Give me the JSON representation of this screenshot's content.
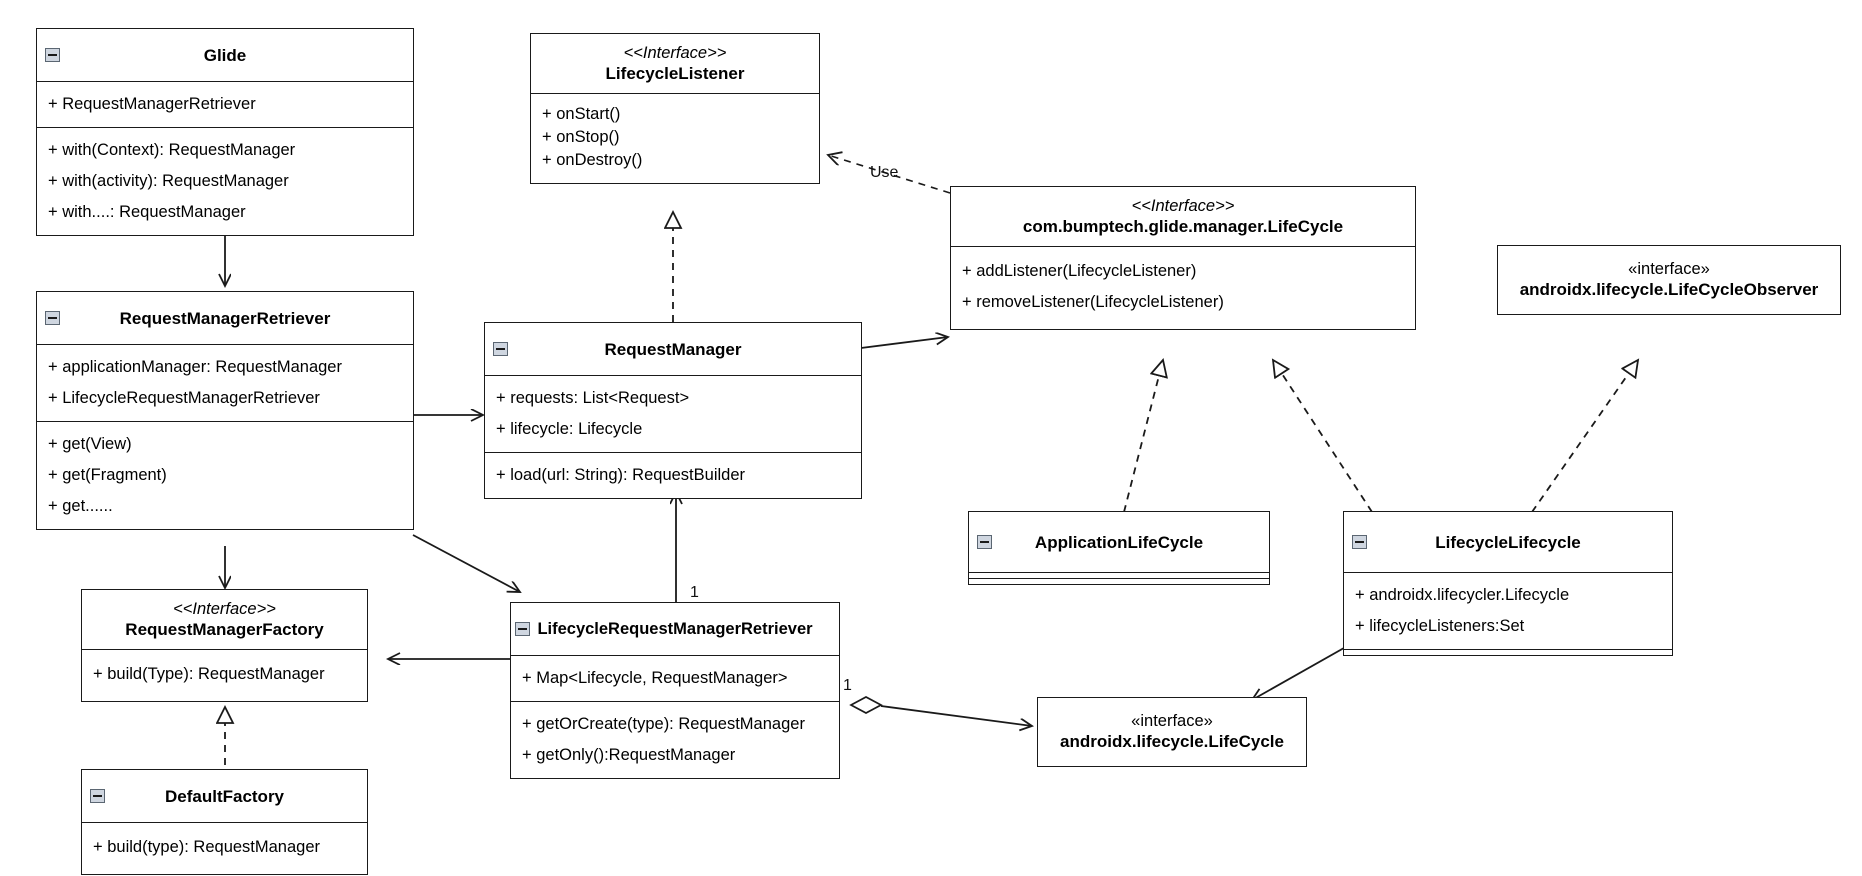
{
  "diagram": {
    "title": "Glide RequestManager / Lifecycle UML class diagram",
    "type": "uml-class-diagram",
    "background": "#ffffff",
    "line_color": "#1a1a1a"
  },
  "classes": [
    {
      "id": "glide",
      "name": "Glide",
      "stereotype": "",
      "collapse_widget": true,
      "attributes": [
        "+ RequestManagerRetriever"
      ],
      "operations": [
        "+ with(Context): RequestManager",
        "+ with(activity): RequestManager",
        "+ with....: RequestManager"
      ]
    },
    {
      "id": "lifecycle-listener",
      "name": "LifecycleListener",
      "stereotype": "<<Interface>>",
      "collapse_widget": false,
      "attributes": [],
      "operations": [
        "+ onStart()",
        "+ onStop()",
        "+ onDestroy()"
      ]
    },
    {
      "id": "glide-lifecycle",
      "name": "com.bumptech.glide.manager.LifeCycle",
      "stereotype": "<<Interface>>",
      "collapse_widget": false,
      "attributes": [],
      "operations": [
        "+ addListener(LifecycleListener)",
        "+ removeListener(LifecycleListener)"
      ]
    },
    {
      "id": "lifecycle-observer",
      "name": "androidx.lifecycle.LifeCycleObserver",
      "stereotype": "«interface»",
      "collapse_widget": false,
      "attributes": [],
      "operations": []
    },
    {
      "id": "request-manager-retriever",
      "name": "RequestManagerRetriever",
      "stereotype": "",
      "collapse_widget": true,
      "attributes": [
        "+ applicationManager: RequestManager",
        "+ LifecycleRequestManagerRetriever"
      ],
      "operations": [
        "+ get(View)",
        "+ get(Fragment)",
        "+ get......"
      ]
    },
    {
      "id": "request-manager",
      "name": "RequestManager",
      "stereotype": "",
      "collapse_widget": true,
      "attributes": [
        "+ requests: List<Request>",
        "+ lifecycle: Lifecycle"
      ],
      "operations": [
        "+ load(url: String): RequestBuilder"
      ]
    },
    {
      "id": "application-lifecycle",
      "name": "ApplicationLifeCycle",
      "stereotype": "",
      "collapse_widget": true,
      "attributes": [],
      "operations": []
    },
    {
      "id": "lifecycle-lifecycle",
      "name": "LifecycleLifecycle",
      "stereotype": "",
      "collapse_widget": true,
      "attributes": [
        "+ androidx.lifecycler.Lifecycle",
        "+ lifecycleListeners:Set"
      ],
      "operations": []
    },
    {
      "id": "request-manager-factory",
      "name": "RequestManagerFactory",
      "stereotype": "<<Interface>>",
      "collapse_widget": false,
      "attributes": [],
      "operations": [
        "+ build(Type): RequestManager"
      ]
    },
    {
      "id": "lifecycle-request-manager-retriever",
      "name": "LifecycleRequestManagerRetriever",
      "stereotype": "",
      "collapse_widget": true,
      "attributes": [
        "+ Map<Lifecycle, RequestManager>"
      ],
      "operations": [
        "+ getOrCreate(type): RequestManager",
        "+ getOnly():RequestManager"
      ]
    },
    {
      "id": "default-factory",
      "name": "DefaultFactory",
      "stereotype": "",
      "collapse_widget": true,
      "attributes": [],
      "operations": [
        "+ build(type): RequestManager"
      ]
    },
    {
      "id": "androidx-lifecycle",
      "name": "androidx.lifecycle.LifeCycle",
      "stereotype": "«interface»",
      "collapse_widget": false,
      "attributes": [],
      "operations": []
    }
  ],
  "edge_labels": {
    "use": "Use",
    "multiplicity_request_manager": "1",
    "multiplicity_aggregation": "1"
  }
}
